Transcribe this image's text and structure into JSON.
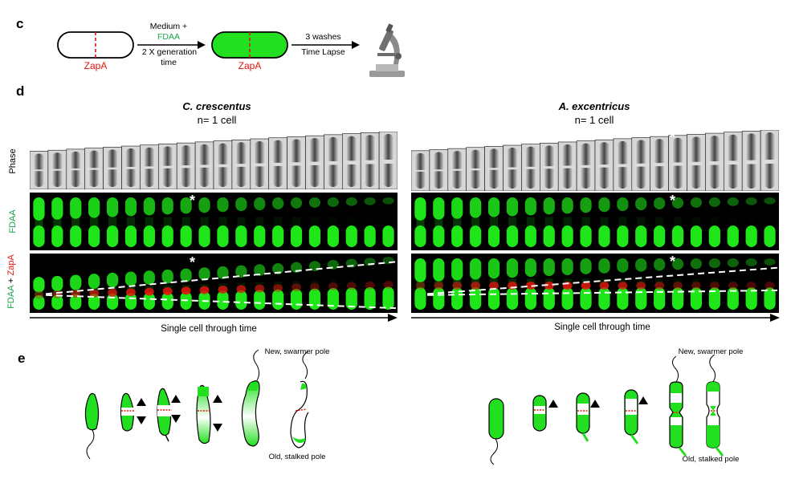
{
  "panel_c": {
    "letter": "c",
    "zapa_label_left": "ZapA",
    "zapa_label_right": "ZapA",
    "step1_line1": "Medium +",
    "step1_line2": "FDAA",
    "step1_line3": "2 X generation",
    "step1_line4": "time",
    "step2_line1": "3 washes",
    "step2_line2": "Time Lapse"
  },
  "panel_d": {
    "letter": "d",
    "left": {
      "species": "C. crescentus",
      "count": "n= 1 cell",
      "caption": "Single cell through time"
    },
    "right": {
      "species": "A. excentricus",
      "count": "n= 1 cell",
      "caption": "Single cell through time"
    },
    "row_phase": "Phase",
    "row_fdaa": "FDAA",
    "row_merge_fdaa": "FDAA",
    "row_merge_plus": "+",
    "row_merge_zapa": "ZapA",
    "star": "*"
  },
  "panel_e": {
    "letter": "e",
    "left_top": "New, swarmer pole",
    "left_bottom": "Old, stalked pole",
    "right_top": "New, swarmer pole",
    "right_bottom": "Old, stalked pole"
  },
  "colors": {
    "fdaa_green": "#17a34a",
    "zapa_red": "#e3140f",
    "cell_green": "#22e01f"
  }
}
